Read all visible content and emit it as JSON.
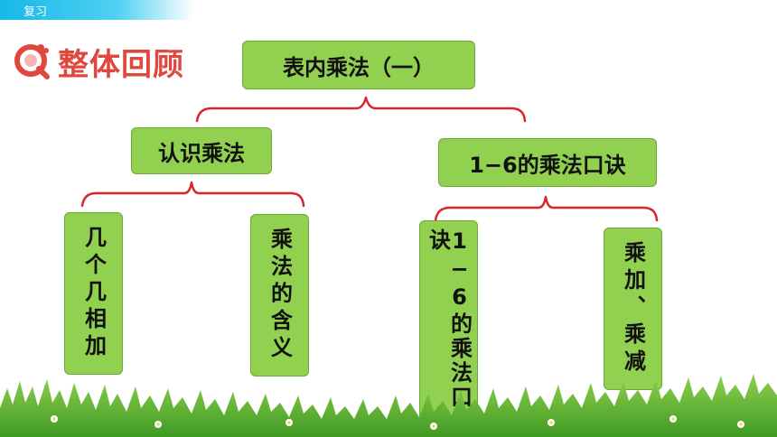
{
  "header": {
    "section_label": "复习"
  },
  "title": {
    "text": "整体回顾",
    "icon": "q-magnifier-icon"
  },
  "nodes": {
    "root": "表内乘法（一）",
    "recognize": "认识乘法",
    "tables": "1−6的乘法口诀",
    "add_same": "几个几相加",
    "meaning": "乘法的含义",
    "tables_vertical": "1−6的乘法口诀",
    "mul_add_sub": "乘加、乘减"
  },
  "colors": {
    "node_fill": "#92d050",
    "connector": "#d9262e",
    "title": "#e0483f",
    "header_bar": "#16b8e8"
  }
}
